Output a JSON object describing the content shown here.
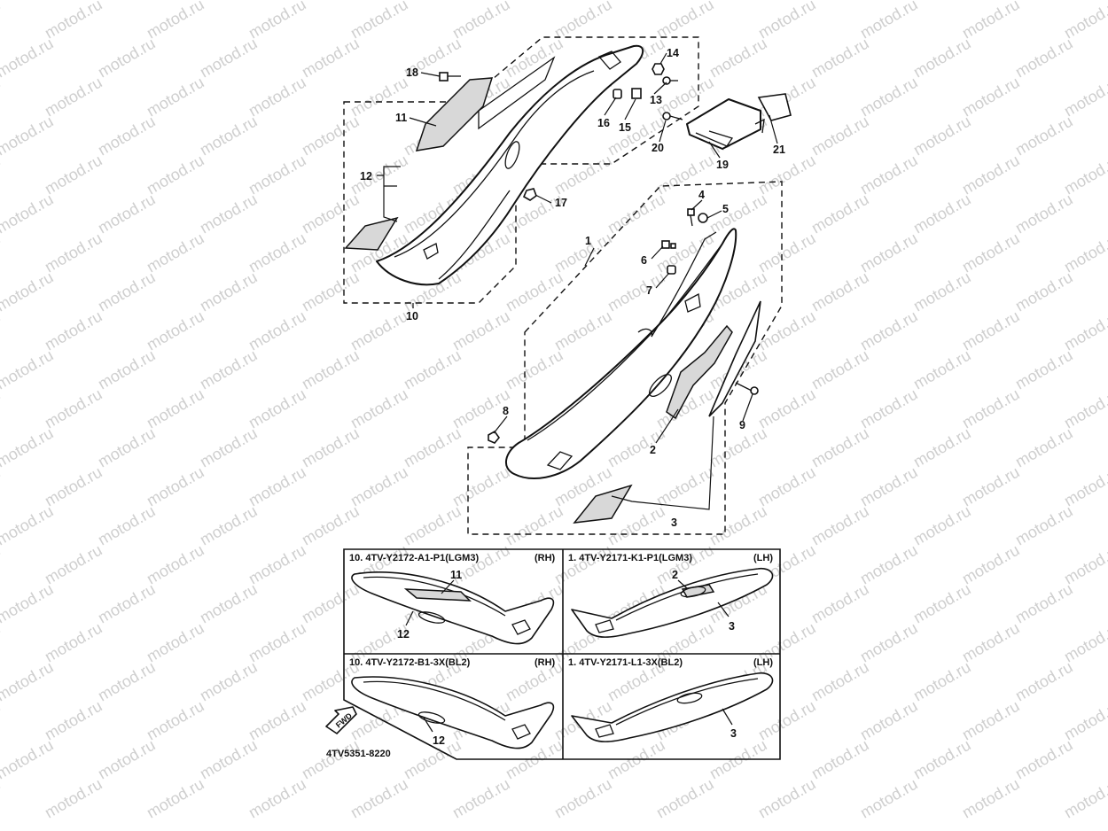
{
  "watermark_text": "motod.ru",
  "callouts": {
    "n1": "1",
    "n2": "2",
    "n3": "3",
    "n4": "4",
    "n5": "5",
    "n6": "6",
    "n7": "7",
    "n8": "8",
    "n9": "9",
    "n10": "10",
    "n11": "11",
    "n12": "12",
    "n13": "13",
    "n14": "14",
    "n15": "15",
    "n16": "16",
    "n17": "17",
    "n18": "18",
    "n19": "19",
    "n20": "20",
    "n21": "21"
  },
  "variants": {
    "tl": {
      "title": "10. 4TV-Y2172-A1-P1(LGM3)",
      "side": "(RH)",
      "labels": [
        "11",
        "12"
      ]
    },
    "tr": {
      "title": "1. 4TV-Y2171-K1-P1(LGM3)",
      "side": "(LH)",
      "labels": [
        "2",
        "3"
      ]
    },
    "bl": {
      "title": "10. 4TV-Y2172-B1-3X(BL2)",
      "side": "(RH)",
      "labels": [
        "12"
      ]
    },
    "br": {
      "title": "1. 4TV-Y2171-L1-3X(BL2)",
      "side": "(LH)",
      "labels": [
        "3"
      ]
    }
  },
  "fwd_label": "FWD",
  "diagram_code": "4TV5351-8220"
}
